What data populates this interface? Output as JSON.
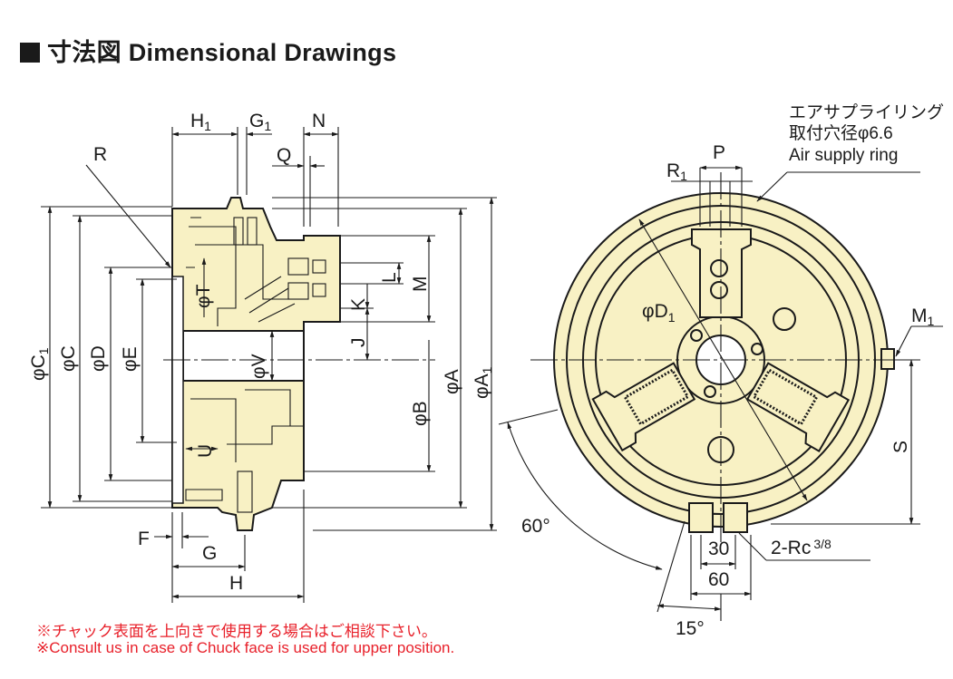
{
  "title": "寸法図 Dimensional Drawings",
  "side_view": {
    "labels": {
      "H1": "H",
      "H1_sub": "1",
      "G1": "G",
      "G1_sub": "1",
      "N": "N",
      "Q": "Q",
      "R": "R",
      "C1": "φC",
      "C1_sub": "1",
      "C": "φC",
      "D": "φD",
      "E": "φE",
      "T": "φT",
      "V": "φV",
      "U": "U",
      "F": "F",
      "G": "G",
      "H": "H",
      "L": "L",
      "M": "M",
      "K": "K",
      "J": "J",
      "B": "φB",
      "A": "φA",
      "A1": "φA",
      "A1_sub": "1"
    }
  },
  "front_view": {
    "labels": {
      "air_ring_jp1": "エアサプライリング",
      "air_ring_jp2": "取付穴径φ6.6",
      "air_ring_en": "Air supply ring",
      "P": "P",
      "R1": "R",
      "R1_sub": "1",
      "D1": "φD",
      "D1_sub": "1",
      "M1": "M",
      "M1_sub": "1",
      "S": "S",
      "angle60": "60°",
      "angle15": "15°",
      "dim30": "30",
      "dim60": "60",
      "port": "2-Rc",
      "port_frac": "3/8"
    }
  },
  "notes": [
    "※チャック表面を上向きで使用する場合はご相談下さい。",
    "※Consult us in case of Chuck face is used for upper position."
  ],
  "colors": {
    "body_fill": "#f8f1c4",
    "note_text": "#e8202a"
  }
}
